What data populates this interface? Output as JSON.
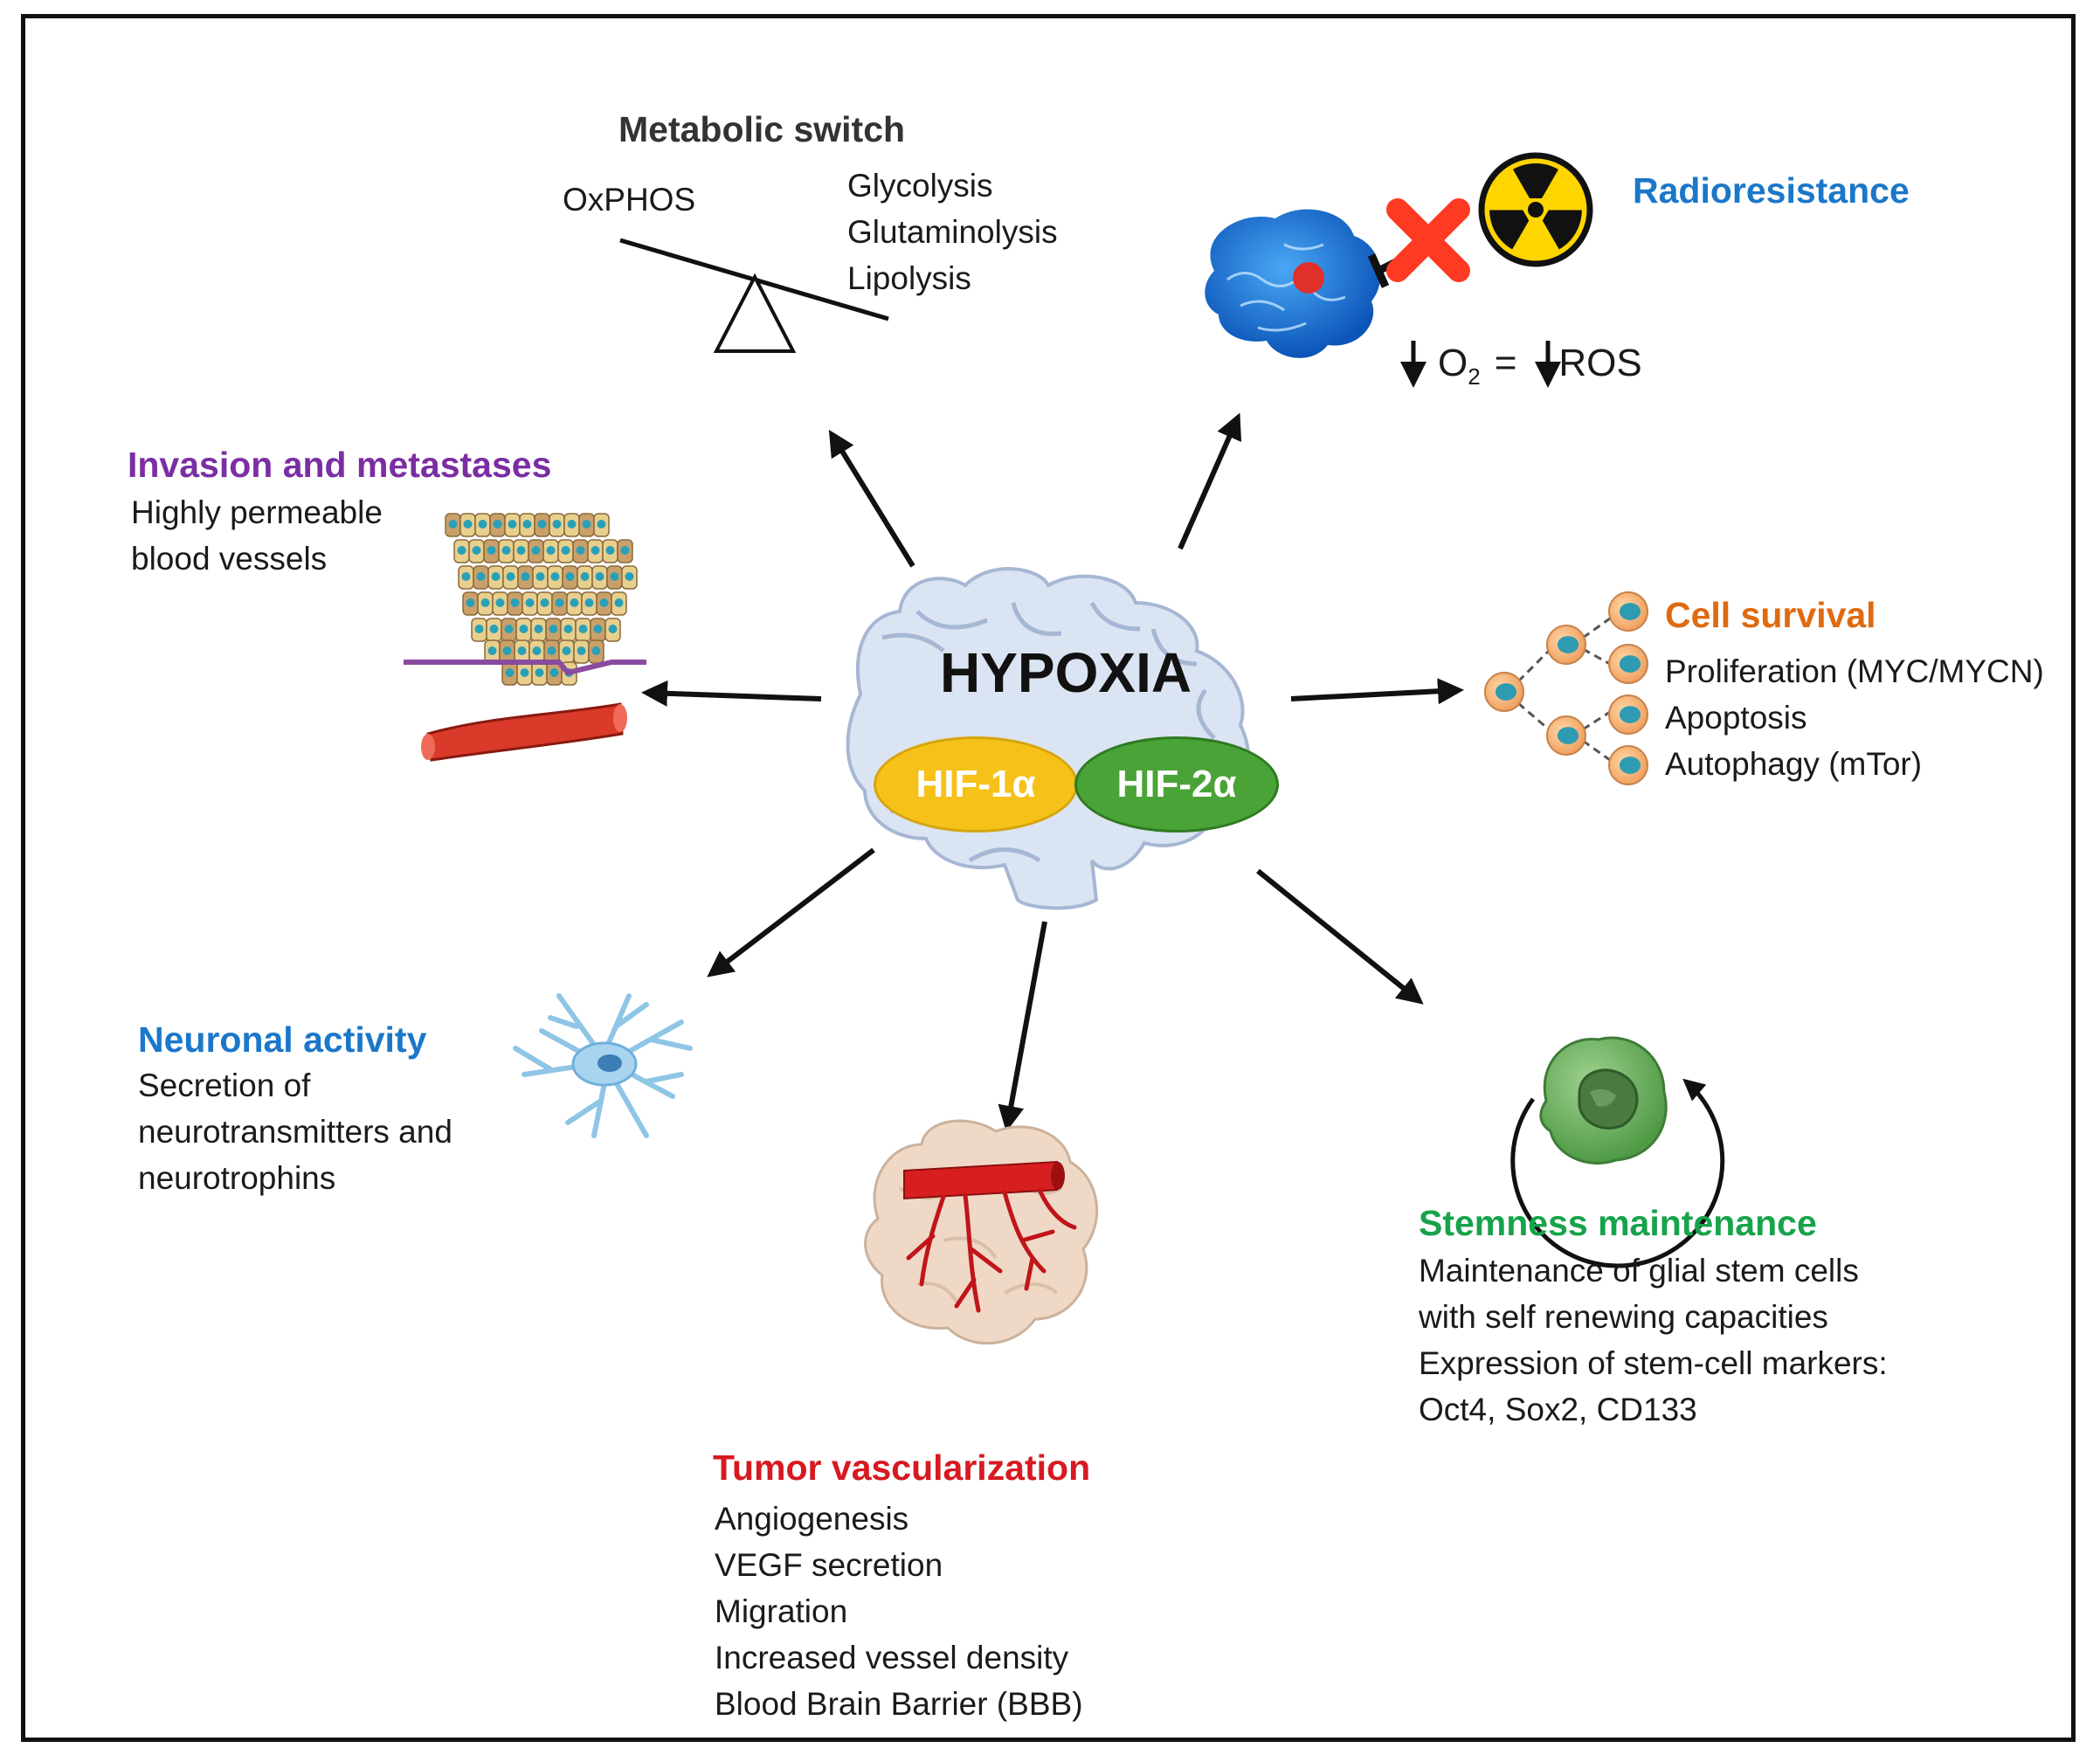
{
  "colors": {
    "invasion": "#7b2ea3",
    "radio": "#1b77c9",
    "cell_survival": "#e06a0f",
    "neuronal": "#1b77c9",
    "tumor": "#d71920",
    "stemness": "#17a34a",
    "hif1": "#f6c21a",
    "hif2": "#4aa336",
    "brain_fill": "#d9e3f3",
    "arrow": "#111111"
  },
  "icons": [
    "seesaw-icon",
    "brain-tumor-icon",
    "radiation-icon",
    "red-x-icon",
    "inhibition-icon",
    "blood-vessel-cells-icon",
    "cell-tree-icon",
    "astrocyte-icon",
    "tumor-vessel-icon",
    "stem-cell-icon",
    "cycle-arrow-icon",
    "central-brain-icon"
  ],
  "center": {
    "title": "HYPOXIA",
    "hif1": "HIF-1α",
    "hif2": "HIF-2α"
  },
  "metabolic": {
    "title": "Metabolic switch",
    "left": "OxPHOS",
    "right": [
      "Glycolysis",
      "Glutaminolysis",
      "Lipolysis"
    ]
  },
  "radio": {
    "title": "Radioresistance",
    "o2_prefix": "O",
    "o2_sub": "2",
    "equals": "=",
    "ros": "ROS"
  },
  "invasion": {
    "title": "Invasion and metastases",
    "lines": [
      "Highly permeable",
      "blood vessels"
    ]
  },
  "cell_survival": {
    "title": "Cell survival",
    "lines": [
      "Proliferation (MYC/MYCN)",
      "Apoptosis",
      "Autophagy (mTor)"
    ]
  },
  "neuronal": {
    "title": "Neuronal activity",
    "lines": [
      "Secretion of",
      "neurotransmitters and",
      "neurotrophins"
    ]
  },
  "tumor": {
    "title": "Tumor vascularization",
    "lines": [
      "Angiogenesis",
      "VEGF secretion",
      "Migration",
      "Increased vessel density",
      "Blood Brain Barrier (BBB)"
    ]
  },
  "stemness": {
    "title": "Stemness maintenance",
    "lines": [
      "Maintenance of glial stem cells",
      "with self renewing capacities",
      "Expression of stem-cell markers:",
      "Oct4, Sox2, CD133"
    ]
  }
}
